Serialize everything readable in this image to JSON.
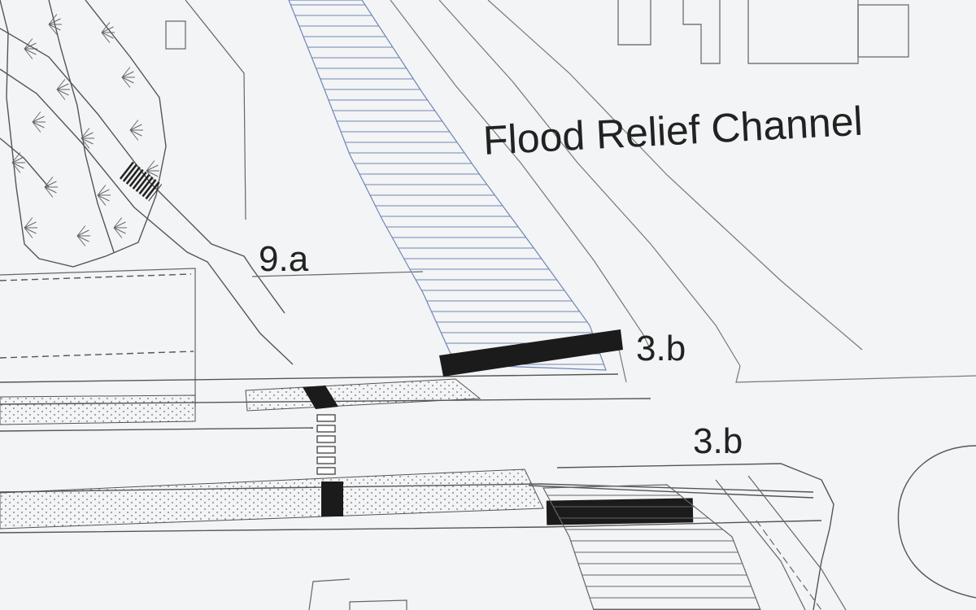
{
  "labels": {
    "channel": "Flood Relief Channel",
    "ref_9a": "9.a",
    "ref_3b_upper": "3.b",
    "ref_3b_lower": "3.b"
  },
  "colors": {
    "paper": "#f3f4f5",
    "line": "#555555",
    "blue_hatch": "#6f86b5",
    "marker": "#1b1b1b",
    "stipple": "#6a6a6a"
  },
  "icons": {
    "tree": "tree-scrub-symbol",
    "crossing": "zebra-crossing-symbol",
    "stipple": "dotted-verge-pattern"
  }
}
